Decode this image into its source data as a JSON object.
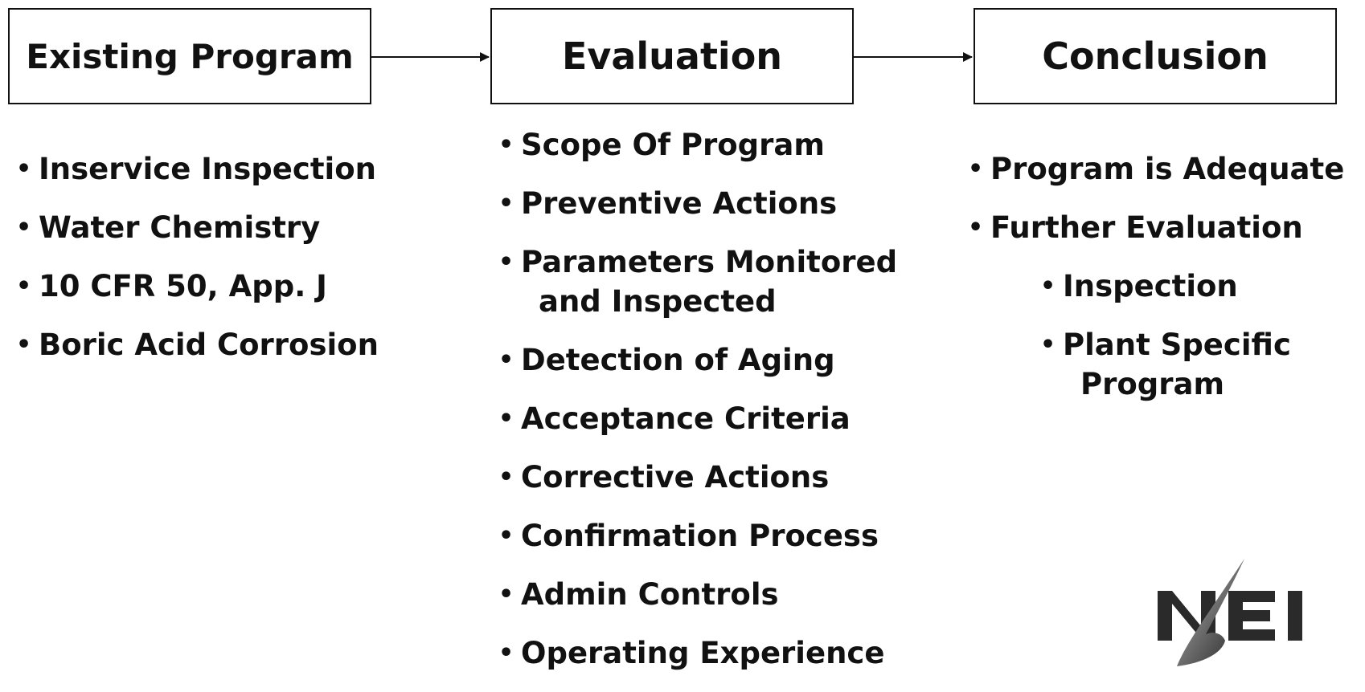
{
  "diagram": {
    "boxes": {
      "existing": {
        "title": "Existing Program"
      },
      "evaluation": {
        "title": "Evaluation"
      },
      "conclusion": {
        "title": "Conclusion"
      }
    },
    "existing_items": [
      "Inservice Inspection",
      "Water Chemistry",
      "10 CFR 50, App. J",
      "Boric Acid Corrosion"
    ],
    "evaluation_items": [
      {
        "line1": "Scope Of Program"
      },
      {
        "line1": "Preventive Actions"
      },
      {
        "line1": "Parameters Monitored",
        "line2": "and Inspected"
      },
      {
        "line1": "Detection of Aging"
      },
      {
        "line1": "Acceptance Criteria"
      },
      {
        "line1": "Corrective Actions"
      },
      {
        "line1": "Confirmation Process"
      },
      {
        "line1": "Admin Controls"
      },
      {
        "line1": "Operating Experience"
      }
    ],
    "conclusion_items": [
      "Program is Adequate",
      "Further Evaluation"
    ],
    "conclusion_subitems": [
      {
        "line1": "Inspection"
      },
      {
        "line1": "Plant Specific",
        "line2": "Program"
      }
    ],
    "bullet_glyph": "•"
  },
  "logo": {
    "text": "NEI"
  },
  "colors": {
    "ink": "#111111",
    "background": "#ffffff"
  }
}
